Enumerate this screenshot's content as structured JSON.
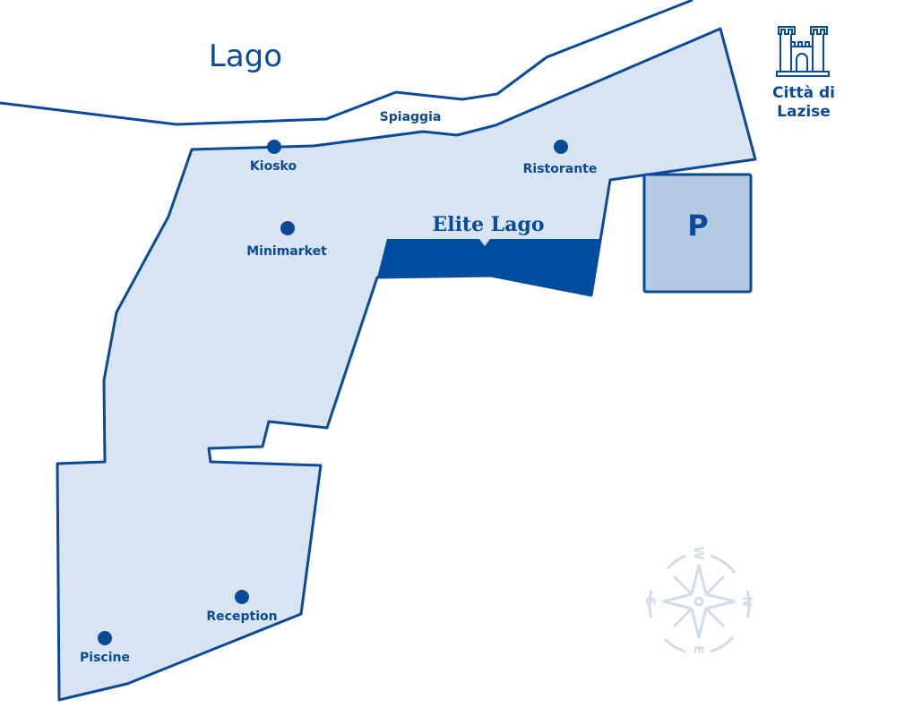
{
  "map": {
    "lake_label": "Lago",
    "beach_label": "Spiaggia",
    "town_label_line1": "Città di",
    "town_label_line2": "Lazise",
    "building_label": "Elite Lago",
    "parking_label": "P",
    "points": [
      {
        "label": "Kiosko"
      },
      {
        "label": "Ristorante"
      },
      {
        "label": "Minimarket"
      },
      {
        "label": "Reception"
      },
      {
        "label": "Piscine"
      }
    ],
    "compass": {
      "top": "W",
      "right": "N",
      "bottom": "E",
      "left": "S"
    },
    "colors": {
      "primary": "#0a4a96",
      "area_fill": "#d8e4f1",
      "parking_fill": "#b3cae2",
      "compass": "#cfdcec"
    }
  }
}
